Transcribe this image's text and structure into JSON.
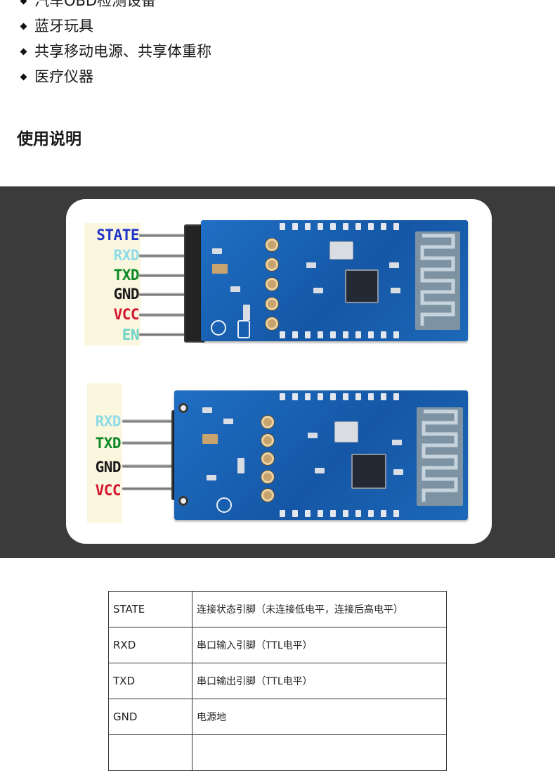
{
  "bullets": [
    {
      "text": "汽车OBD检测设备"
    },
    {
      "text": "蓝牙玩具"
    },
    {
      "text": "共享移动电源、共享体重称"
    },
    {
      "text": "医疗仪器"
    }
  ],
  "section_title": "使用说明",
  "module_6pin": {
    "labels": [
      {
        "text": "STATE",
        "color": "#1f33c8"
      },
      {
        "text": "RXD",
        "color": "#8fdbe8"
      },
      {
        "text": "TXD",
        "color": "#0d8a27"
      },
      {
        "text": "GND",
        "color": "#1a1a1a"
      },
      {
        "text": "VCC",
        "color": "#d4162d"
      },
      {
        "text": "EN",
        "color": "#6fd3c8"
      }
    ]
  },
  "module_4pin": {
    "labels": [
      {
        "text": "RXD",
        "color": "#8fdbe8"
      },
      {
        "text": "TXD",
        "color": "#0d8a27"
      },
      {
        "text": "GND",
        "color": "#1a1a1a"
      },
      {
        "text": "VCC",
        "color": "#d4162d"
      }
    ]
  },
  "pin_table": {
    "rows": [
      {
        "pin": "STATE",
        "desc": "连接状态引脚（未连接低电平，连接后高电平）"
      },
      {
        "pin": "RXD",
        "desc": "串口输入引脚（TTL电平）"
      },
      {
        "pin": "TXD",
        "desc": "串口输出引脚（TTL电平）"
      },
      {
        "pin": "GND",
        "desc": "电源地"
      },
      {
        "pin": "",
        "desc": ""
      }
    ]
  }
}
